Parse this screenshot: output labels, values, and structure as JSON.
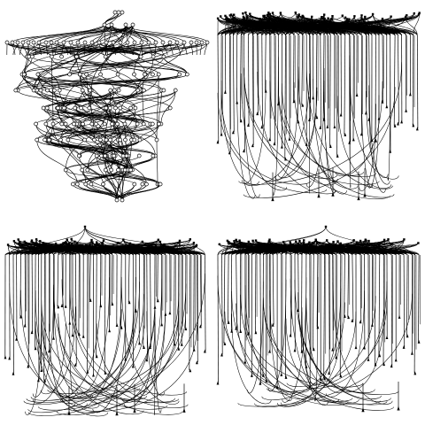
{
  "figure": {
    "background": "#ffffff",
    "ink": "#000000",
    "panels": [
      {
        "id": "a",
        "caption": "",
        "node_style": "hollow-circle",
        "edge_style": "curved",
        "node_count": 170,
        "edge_count": 240
      },
      {
        "id": "b",
        "caption": "",
        "node_style": "filled-triangle",
        "edge_style": "curved",
        "node_count": 420,
        "edge_count": 620
      },
      {
        "id": "c",
        "caption": "",
        "node_style": "filled-triangle",
        "edge_style": "curved",
        "node_count": 440,
        "edge_count": 680
      },
      {
        "id": "d",
        "caption": "",
        "node_style": "filled-triangle",
        "edge_style": "curved",
        "node_count": 400,
        "edge_count": 600
      }
    ]
  }
}
